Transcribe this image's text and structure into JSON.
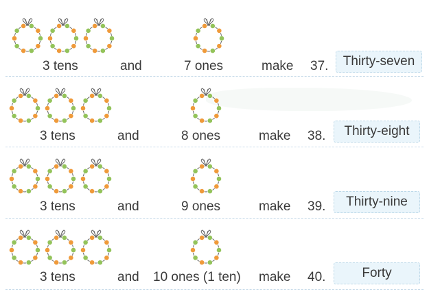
{
  "colors": {
    "bead_green": "#93c35a",
    "bead_orange": "#ef9a3a",
    "string": "#666666",
    "box_bg": "#eaf5fb",
    "separator": "#c9dcea"
  },
  "icons": {
    "necklace": "bead-necklace-icon"
  },
  "rows": [
    {
      "tens_count": 3,
      "tens_label": "3 tens",
      "and_label": "and",
      "ones_count": 7,
      "ones_label": "7 ones",
      "make_label": "make",
      "number": "37.",
      "name": "Thirty-seven"
    },
    {
      "tens_count": 3,
      "tens_label": "3 tens",
      "and_label": "and",
      "ones_count": 8,
      "ones_label": "8 ones",
      "make_label": "make",
      "number": "38.",
      "name": "Thirty-eight"
    },
    {
      "tens_count": 3,
      "tens_label": "3 tens",
      "and_label": "and",
      "ones_count": 9,
      "ones_label": "9 ones",
      "make_label": "make",
      "number": "39.",
      "name": "Thirty-nine"
    },
    {
      "tens_count": 3,
      "tens_label": "3 tens",
      "and_label": "and",
      "ones_count": 10,
      "ones_label": "10 ones (1 ten)",
      "make_label": "make",
      "number": "40.",
      "name": "Forty"
    }
  ]
}
